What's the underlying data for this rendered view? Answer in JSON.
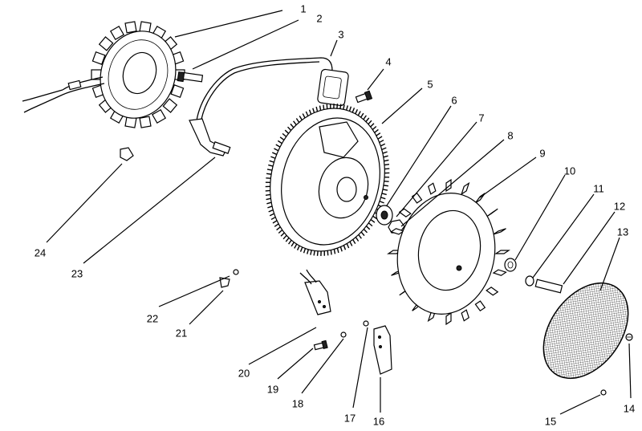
{
  "callouts": [
    {
      "id": 1,
      "label": "1"
    },
    {
      "id": 2,
      "label": "2"
    },
    {
      "id": 3,
      "label": "3"
    },
    {
      "id": 4,
      "label": "4"
    },
    {
      "id": 5,
      "label": "5"
    },
    {
      "id": 6,
      "label": "6"
    },
    {
      "id": 7,
      "label": "7"
    },
    {
      "id": 8,
      "label": "8"
    },
    {
      "id": 9,
      "label": "9"
    },
    {
      "id": 10,
      "label": "10"
    },
    {
      "id": 11,
      "label": "11"
    },
    {
      "id": 12,
      "label": "12"
    },
    {
      "id": 13,
      "label": "13"
    },
    {
      "id": 14,
      "label": "14"
    },
    {
      "id": 15,
      "label": "15"
    },
    {
      "id": 16,
      "label": "16"
    },
    {
      "id": 17,
      "label": "17"
    },
    {
      "id": 18,
      "label": "18"
    },
    {
      "id": 19,
      "label": "19"
    },
    {
      "id": 20,
      "label": "20"
    },
    {
      "id": 21,
      "label": "21"
    },
    {
      "id": 22,
      "label": "22"
    },
    {
      "id": 23,
      "label": "23"
    },
    {
      "id": 24,
      "label": "24"
    }
  ],
  "colors": {
    "line": "#000000",
    "background": "#ffffff"
  }
}
